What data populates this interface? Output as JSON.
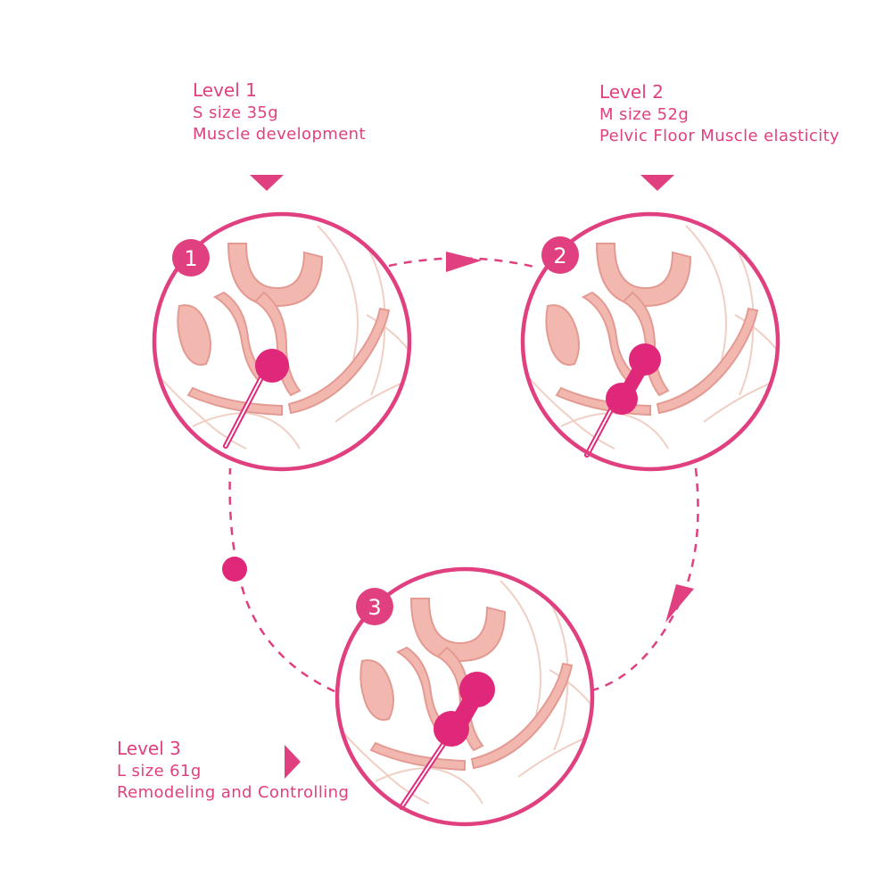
{
  "colors": {
    "accent": "#e0407f",
    "tissue_fill": "#f2b8b0",
    "tissue_stroke": "#e39a92",
    "outline": "#f3d3c8",
    "ball": "#e0287a"
  },
  "levels": [
    {
      "title": "Level 1",
      "size": "S size 35g",
      "benefit": "Muscle development",
      "badge": "1",
      "balls": 1
    },
    {
      "title": "Level 2",
      "size": "M size 52g",
      "benefit": "Pelvic Floor Muscle elasticity",
      "badge": "2",
      "balls": 2
    },
    {
      "title": "Level 3",
      "size": "L size 61g",
      "benefit": "Remodeling and Controlling",
      "badge": "3",
      "balls": 2
    }
  ]
}
